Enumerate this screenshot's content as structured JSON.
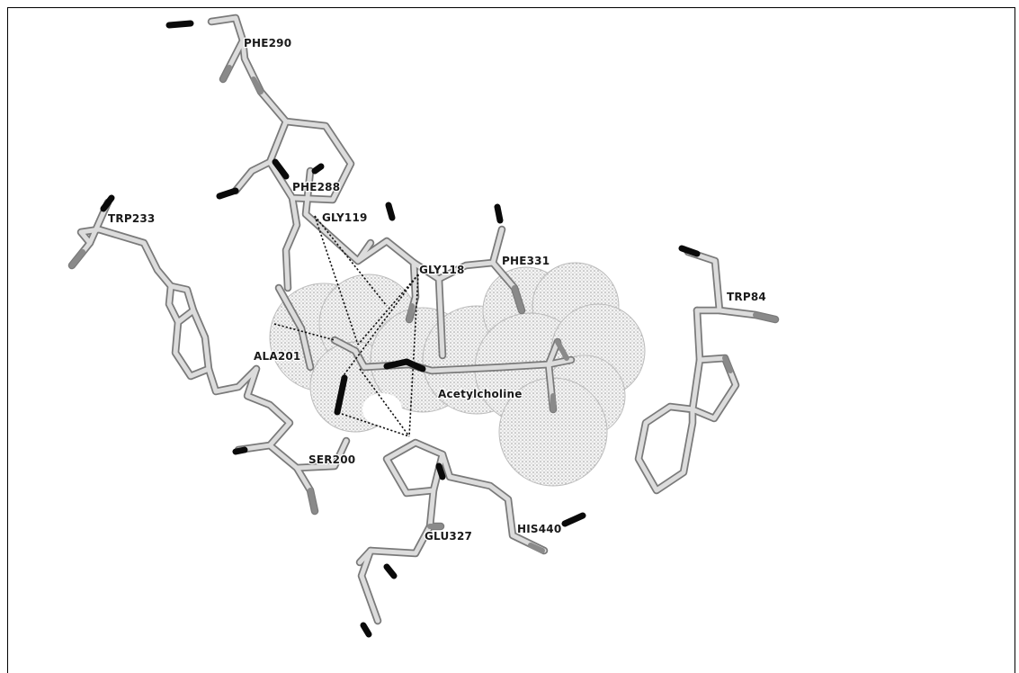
{
  "labels": {
    "phe290": "PHE290",
    "phe288": "PHE288",
    "gly119": "GLY119",
    "trp233": "TRP233",
    "gly118": "GLY118",
    "phe331": "PHE331",
    "trp84": "TRP84",
    "ala201": "ALA201",
    "acetylcholine": "Acetylcholine",
    "ser200": "SER200",
    "glu327": "GLU327",
    "his440": "HIS440"
  }
}
